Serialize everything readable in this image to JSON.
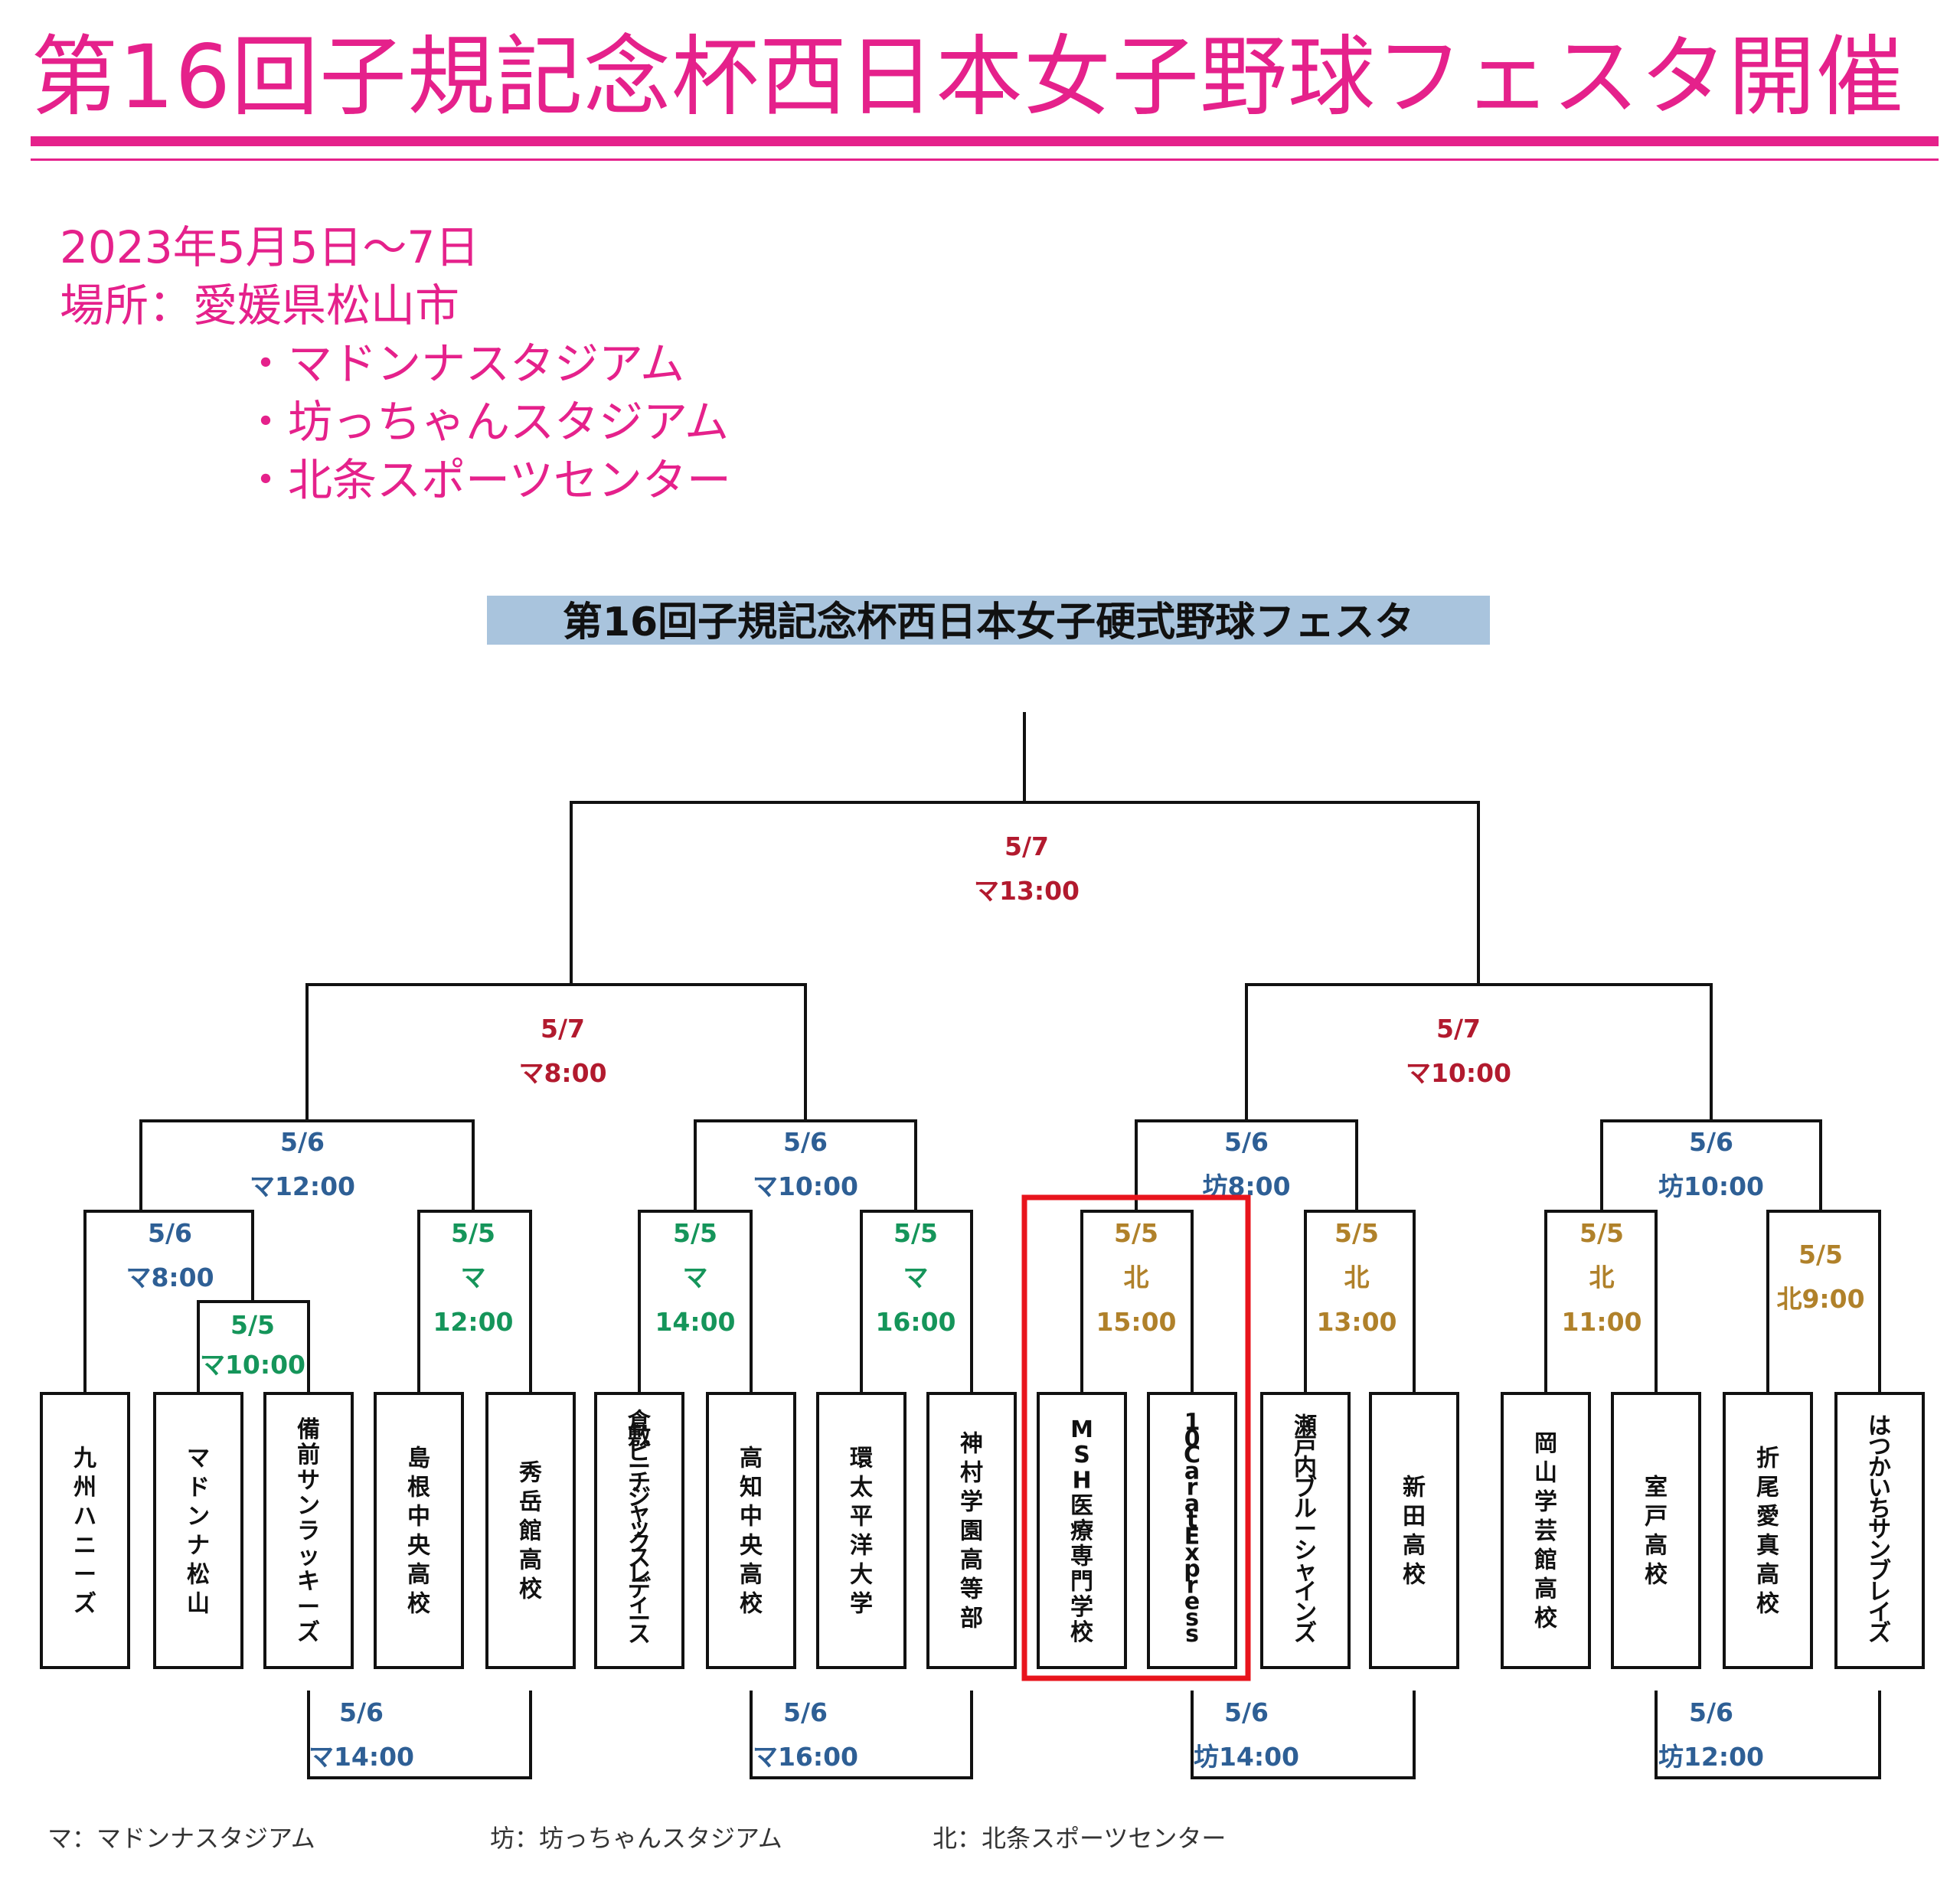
{
  "header": {
    "title": "第16回子規記念杯西日本女子野球フェスタ開催",
    "accent_color": "#e5218b"
  },
  "info": {
    "date": "2023年5月5日〜7日",
    "place": "場所：愛媛県松山市",
    "venues": [
      "・マドンナスタジアム",
      "・坊っちゃんスタジアム",
      "・北条スポーツセンター"
    ]
  },
  "bracket": {
    "title": "第16回子規記念杯西日本女子硬式野球フェスタ",
    "title_bg": "#a9c4dd",
    "teams": [
      "九州ハニーズ",
      "マドンナ松山",
      "備前サンラッキーズ",
      "島根中央高校",
      "秀岳館高校",
      "倉敷ピーチジャックスレディース",
      "高知中央高校",
      "環太平洋大学",
      "神村学園高等部",
      "MSH医療専門学校",
      "10CaratExpress",
      "瀬戸内ブルーシャインズ",
      "新田高校",
      "岡山学芸館高校",
      "室戸高校",
      "折尾愛真高校",
      "はつかいちサンブレイズ"
    ],
    "games": [
      {
        "id": "final",
        "date": "5/7",
        "time": "マ13:00",
        "color": "#b21a2e"
      },
      {
        "id": "semi-left",
        "date": "5/7",
        "time": "マ8:00",
        "color": "#b21a2e"
      },
      {
        "id": "semi-right",
        "date": "5/7",
        "time": "マ10:00",
        "color": "#b21a2e"
      },
      {
        "id": "qf-1",
        "date": "5/6",
        "time": "マ12:00",
        "color": "#2e5f95"
      },
      {
        "id": "qf-2",
        "date": "5/6",
        "time": "マ10:00",
        "color": "#2e5f95"
      },
      {
        "id": "qf-3",
        "date": "5/6",
        "time": "坊8:00",
        "color": "#2e5f95"
      },
      {
        "id": "qf-4",
        "date": "5/6",
        "time": "坊10:00",
        "color": "#2e5f95"
      },
      {
        "id": "r1-a",
        "date": "5/6",
        "time": "マ8:00",
        "color": "#2e5f95"
      },
      {
        "id": "r0-a",
        "date": "5/5",
        "time": "マ10:00",
        "color": "#15955a"
      },
      {
        "id": "r1-b",
        "date": "5/5",
        "venue": "マ",
        "time": "12:00",
        "color": "#15955a"
      },
      {
        "id": "r1-c",
        "date": "5/5",
        "venue": "マ",
        "time": "14:00",
        "color": "#15955a"
      },
      {
        "id": "r1-d",
        "date": "5/5",
        "venue": "マ",
        "time": "16:00",
        "color": "#15955a"
      },
      {
        "id": "r1-e",
        "date": "5/5",
        "venue": "北",
        "time": "15:00",
        "color": "#b0812a"
      },
      {
        "id": "r1-f",
        "date": "5/5",
        "venue": "北",
        "time": "13:00",
        "color": "#b0812a"
      },
      {
        "id": "r1-g",
        "date": "5/5",
        "venue": "北",
        "time": "11:00",
        "color": "#b0812a"
      },
      {
        "id": "r1-h",
        "date": "5/5",
        "time": "北9:00",
        "color": "#b0812a"
      },
      {
        "id": "extra-1",
        "date": "5/6",
        "time": "マ14:00",
        "color": "#2e5f95"
      },
      {
        "id": "extra-2",
        "date": "5/6",
        "time": "マ16:00",
        "color": "#2e5f95"
      },
      {
        "id": "extra-3",
        "date": "5/6",
        "time": "坊14:00",
        "color": "#2e5f95"
      },
      {
        "id": "extra-4",
        "date": "5/6",
        "time": "坊12:00",
        "color": "#2e5f95"
      }
    ],
    "highlight_color": "#e8141c"
  },
  "legend": [
    "マ：マドンナスタジアム",
    "坊：坊っちゃんスタジアム",
    "北：北条スポーツセンター"
  ]
}
